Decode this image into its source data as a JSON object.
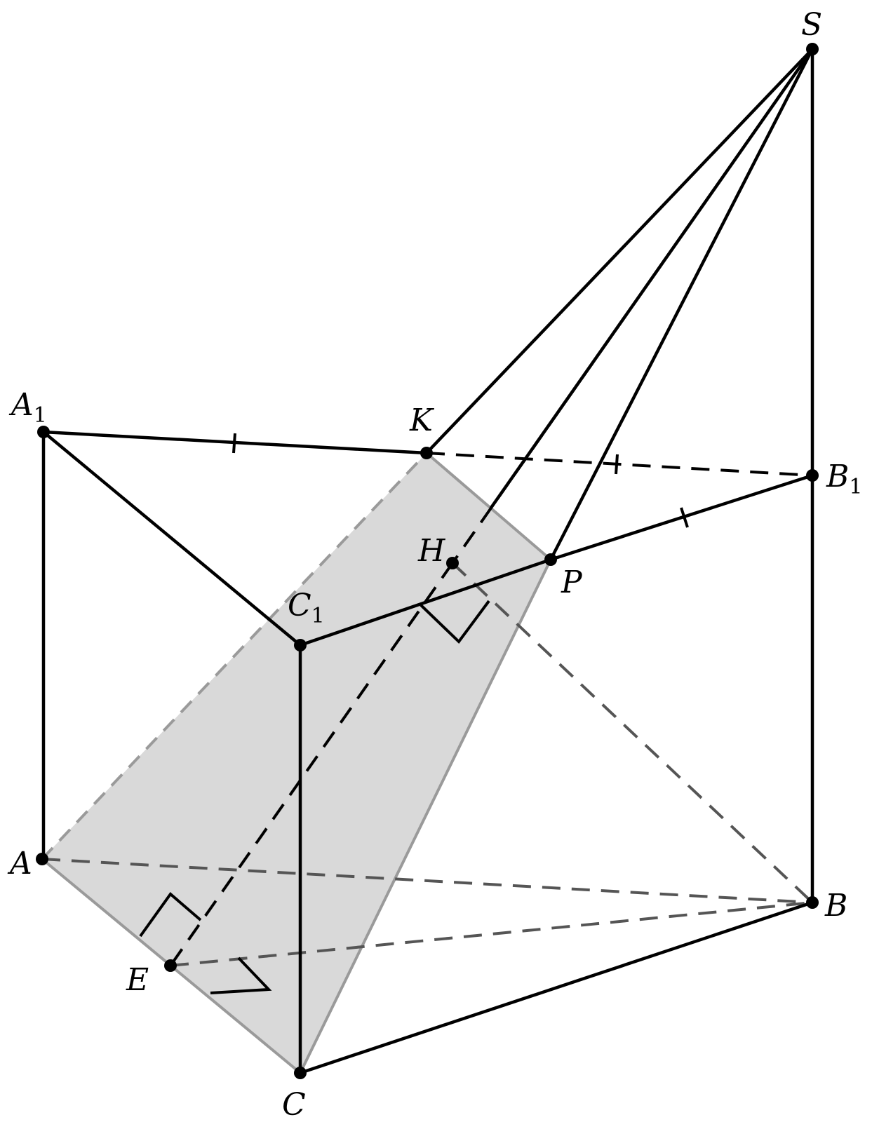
{
  "figure": {
    "plane_color": "#d9d9d9",
    "line_color": "#000000",
    "points": [
      {
        "id": "S",
        "label": "S",
        "sub": ""
      },
      {
        "id": "A1",
        "label": "A",
        "sub": "1"
      },
      {
        "id": "K",
        "label": "K",
        "sub": ""
      },
      {
        "id": "B1",
        "label": "B",
        "sub": "1"
      },
      {
        "id": "H",
        "label": "H",
        "sub": ""
      },
      {
        "id": "P",
        "label": "P",
        "sub": ""
      },
      {
        "id": "C1",
        "label": "C",
        "sub": "1"
      },
      {
        "id": "A",
        "label": "A",
        "sub": ""
      },
      {
        "id": "B",
        "label": "B",
        "sub": ""
      },
      {
        "id": "E",
        "label": "E",
        "sub": ""
      },
      {
        "id": "C",
        "label": "C",
        "sub": ""
      }
    ]
  }
}
